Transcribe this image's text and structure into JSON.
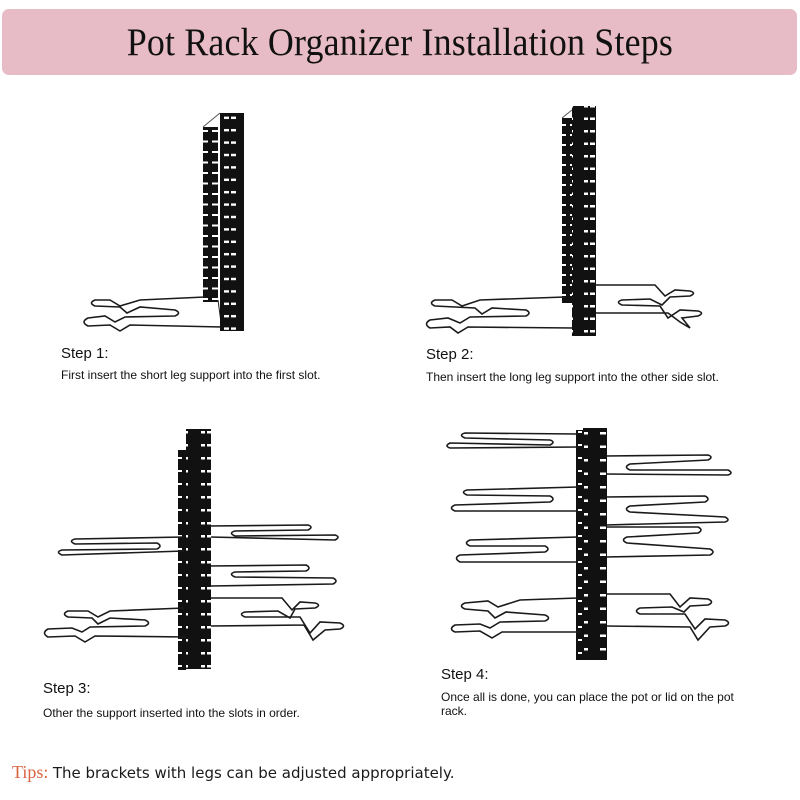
{
  "header": {
    "title": "Pot Rack Organizer Installation Steps",
    "background_color": "#e8bcc6"
  },
  "steps": [
    {
      "label": "Step 1:",
      "description": "First insert the short leg support into the first slot.",
      "illustration": "rack-with-short-leg-support"
    },
    {
      "label": "Step 2:",
      "description": "Then insert the long leg support into the other side slot.",
      "illustration": "rack-with-two-leg-supports"
    },
    {
      "label": "Step 3:",
      "description": "Other the support inserted into the slots in order.",
      "illustration": "rack-with-multiple-supports"
    },
    {
      "label": "Step 4:",
      "description": "Once all is done, you can place the pot or lid on the pot rack.",
      "illustration": "rack-fully-assembled"
    }
  ],
  "tips": {
    "label": "Tips:",
    "text": "The brackets with legs can be adjusted appropriately.",
    "label_color": "#d9643f"
  }
}
